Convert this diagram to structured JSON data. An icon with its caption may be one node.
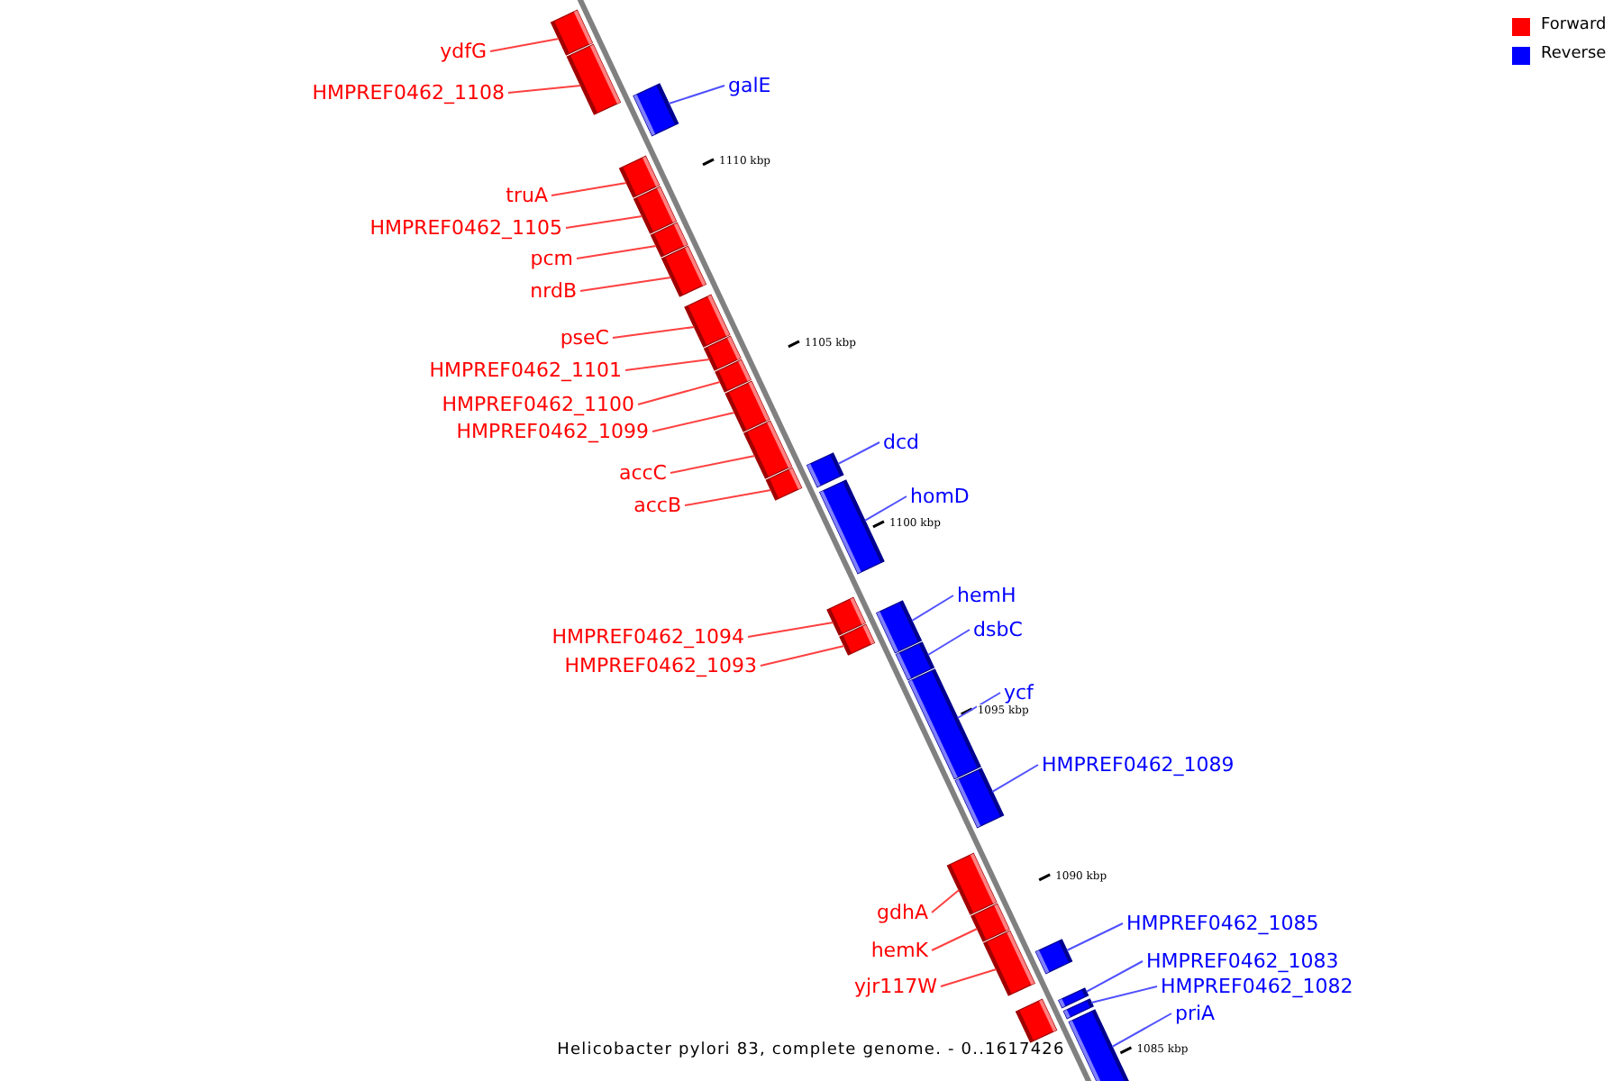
{
  "diagram": {
    "caption": "Helicobacter pylori 83, complete genome. - 0..1617426",
    "nodes": [
      {
        "text": [
          "ydfG"
        ]
      },
      {
        "text": [],
        "shape": "bar"
      },
      {
        "text": [
          "HMPREF0462_1108"
        ]
      },
      {
        "text": [],
        "shape": "bar"
      },
      {
        "text": [
          "galE"
        ]
      },
      {
        "text": [],
        "shape": "bar"
      },
      {
        "text": [
          "truA"
        ]
      },
      {
        "text": [],
        "shape": "bar"
      },
      {
        "text": [
          "HMPREF0462_1105"
        ]
      },
      {
        "text": [],
        "shape": "bar"
      },
      {
        "text": [
          "pcm"
        ]
      },
      {
        "text": [],
        "shape": "bar"
      },
      {
        "text": [
          "nrdB"
        ]
      },
      {
        "text": [],
        "shape": "bar"
      },
      {
        "text": [
          "pseC"
        ]
      },
      {
        "text": [],
        "shape": "bar"
      },
      {
        "text": [
          "HMPREF0462_1101"
        ]
      },
      {
        "text": [],
        "shape": "bar"
      },
      {
        "text": [
          "HMPREF0462_1100"
        ]
      },
      {
        "text": [],
        "shape": "bar"
      },
      {
        "text": [
          "HMPREF0462_1099"
        ]
      },
      {
        "text": [],
        "shape": "bar"
      },
      {
        "text": [
          "dcd"
        ]
      },
      {
        "text": [],
        "shape": "bar"
      },
      {
        "text": [
          "accC"
        ]
      },
      {
        "text": [],
        "shape": "bar"
      },
      {
        "text": [
          "accB"
        ]
      },
      {
        "text": [],
        "shape": "bar"
      },
      {
        "text": [
          "homD"
        ]
      },
      {
        "text": [],
        "shape": "bar"
      },
      {
        "text": [
          "HMPREF0462_1094"
        ]
      },
      {
        "text": [],
        "shape": "bar"
      },
      {
        "text": [
          "HMPREF0462_1093"
        ]
      },
      {
        "text": [],
        "shape": "bar"
      },
      {
        "text": [
          "hemH"
        ]
      },
      {
        "text": [],
        "shape": "bar"
      },
      {
        "text": [
          "dsbC"
        ]
      },
      {
        "text": [],
        "shape": "bar"
      },
      {
        "text": [
          "ycf"
        ]
      },
      {
        "text": [],
        "shape": "bar"
      },
      {
        "text": [
          "HMPREF0462_1089"
        ]
      },
      {
        "text": [],
        "shape": "bar"
      },
      {
        "text": [
          "gdhA"
        ]
      },
      {
        "text": [],
        "shape": "bar"
      },
      {
        "text": [
          "hemK"
        ]
      },
      {
        "text": [],
        "shape": "bar"
      },
      {
        "text": [
          "yjr117W"
        ]
      },
      {
        "text": [],
        "shape": "bar"
      },
      {
        "text": [
          "HMPREF0462_1085"
        ]
      },
      {
        "text": [],
        "shape": "bar"
      },
      {
        "text": [],
        "shape": "bar"
      },
      {
        "text": [
          "HMPREF0462_1083"
        ]
      },
      {
        "text": [],
        "shape": "bar"
      },
      {
        "text": [
          "HMPREF0462_1082"
        ]
      },
      {
        "text": [],
        "shape": "bar"
      },
      {
        "text": [
          "priA"
        ]
      },
      {
        "text": [],
        "shape": "bar"
      }
    ],
    "edges": [
      {
        "from": 0,
        "to": 1,
        "arrow": "none"
      },
      {
        "from": 2,
        "to": 3,
        "arrow": "none"
      },
      {
        "from": 4,
        "to": 5,
        "arrow": "none",
        "color": "#5050ff"
      },
      {
        "from": 6,
        "to": 7,
        "arrow": "none"
      },
      {
        "from": 8,
        "to": 9,
        "arrow": "none"
      },
      {
        "from": 10,
        "to": 11,
        "arrow": "none"
      },
      {
        "from": 12,
        "to": 13,
        "arrow": "none"
      },
      {
        "from": 14,
        "to": 15,
        "arrow": "none"
      },
      {
        "from": 16,
        "to": 17,
        "arrow": "none"
      },
      {
        "from": 18,
        "to": 19,
        "arrow": "none"
      },
      {
        "from": 20,
        "to": 21,
        "arrow": "none"
      },
      {
        "from": 22,
        "to": 23,
        "arrow": "none",
        "color": "#5050ff"
      },
      {
        "from": 24,
        "to": 25,
        "arrow": "none"
      },
      {
        "from": 26,
        "to": 27,
        "arrow": "none"
      },
      {
        "from": 28,
        "to": 29,
        "arrow": "none",
        "color": "#5050ff"
      },
      {
        "from": 30,
        "to": 31,
        "arrow": "none"
      },
      {
        "from": 32,
        "to": 33,
        "arrow": "none"
      },
      {
        "from": 34,
        "to": 35,
        "arrow": "none",
        "color": "#5050ff"
      },
      {
        "from": 36,
        "to": 37,
        "arrow": "none",
        "color": "#5050ff"
      },
      {
        "from": 38,
        "to": 39,
        "arrow": "none",
        "color": "#5050ff"
      },
      {
        "from": 40,
        "to": 41,
        "arrow": "none",
        "color": "#5050ff"
      },
      {
        "from": 42,
        "to": 43,
        "arrow": "none"
      },
      {
        "from": 44,
        "to": 45,
        "arrow": "none"
      },
      {
        "from": 46,
        "to": 47,
        "arrow": "none"
      },
      {
        "from": 48,
        "to": 49,
        "arrow": "none",
        "color": "#5050ff"
      },
      {
        "from": 51,
        "to": 52,
        "arrow": "none",
        "color": "#5050ff"
      },
      {
        "from": 53,
        "to": 54,
        "arrow": "none",
        "color": "#5050ff"
      },
      {
        "from": 55,
        "to": 56,
        "arrow": "none",
        "color": "#5050ff"
      }
    ],
    "labels": [
      "1110 kbp",
      "1105 kbp",
      "1100 kbp",
      "1095 kbp",
      "1090 kbp",
      "1085 kbp"
    ],
    "legend": [
      {
        "text": "Forward",
        "color": "#ff0000"
      },
      {
        "text": "Reverse",
        "color": "#0000ff"
      }
    ]
  }
}
